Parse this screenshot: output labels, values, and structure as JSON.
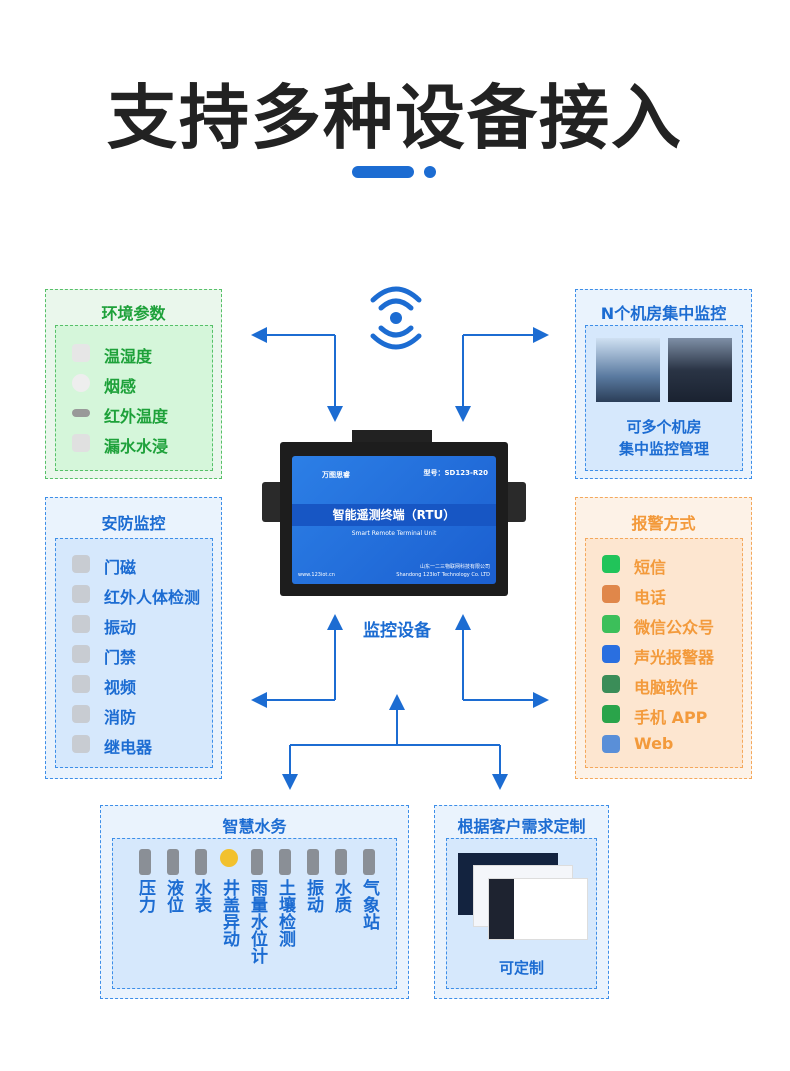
{
  "title": "支持多种设备接入",
  "colors": {
    "blue": "#1c6cd2",
    "green": "#1ea13a",
    "orange": "#f39a3b"
  },
  "device": {
    "caption": "监控设备",
    "brand": "万图思睿",
    "model": "型号：SD123-R20",
    "name": "智能遥测终端（RTU）",
    "name_en": "Smart Remote Terminal Unit",
    "website": "www.123iot.cn",
    "company": "山东一二三物联网科技有限公司",
    "company_en": "Shandong 123IoT Technology Co. LTD"
  },
  "env": {
    "title": "环境参数",
    "items": [
      "温湿度",
      "烟感",
      "红外温度",
      "漏水水浸"
    ]
  },
  "security": {
    "title": "安防监控",
    "items": [
      "门磁",
      "红外人体检测",
      "振动",
      "门禁",
      "视频",
      "消防",
      "继电器"
    ]
  },
  "rooms": {
    "title": "N个机房集中监控",
    "caption_1": "可多个机房",
    "caption_2": "集中监控管理"
  },
  "alarm": {
    "title": "报警方式",
    "items": [
      {
        "label": "短信",
        "icon": "sms-icon",
        "color": "#21c45a"
      },
      {
        "label": "电话",
        "icon": "phone-icon",
        "color": "#e0874a"
      },
      {
        "label": "微信公众号",
        "icon": "wechat-icon",
        "color": "#3cbf5a"
      },
      {
        "label": "声光报警器",
        "icon": "siren-icon",
        "color": "#2a6fe0"
      },
      {
        "label": "电脑软件",
        "icon": "software-icon",
        "color": "#3b8d58"
      },
      {
        "label": "手机 APP",
        "icon": "app-icon",
        "color": "#2aa44a"
      },
      {
        "label": "Web",
        "icon": "web-icon",
        "color": "#5a8fd8"
      }
    ]
  },
  "water": {
    "title": "智慧水务",
    "items": [
      "压力",
      "液位",
      "水表",
      "井盖异动",
      "雨量水位计",
      "土壤检测",
      "振动",
      "水质",
      "气象站"
    ]
  },
  "custom": {
    "title": "根据客户需求定制",
    "caption": "可定制"
  }
}
